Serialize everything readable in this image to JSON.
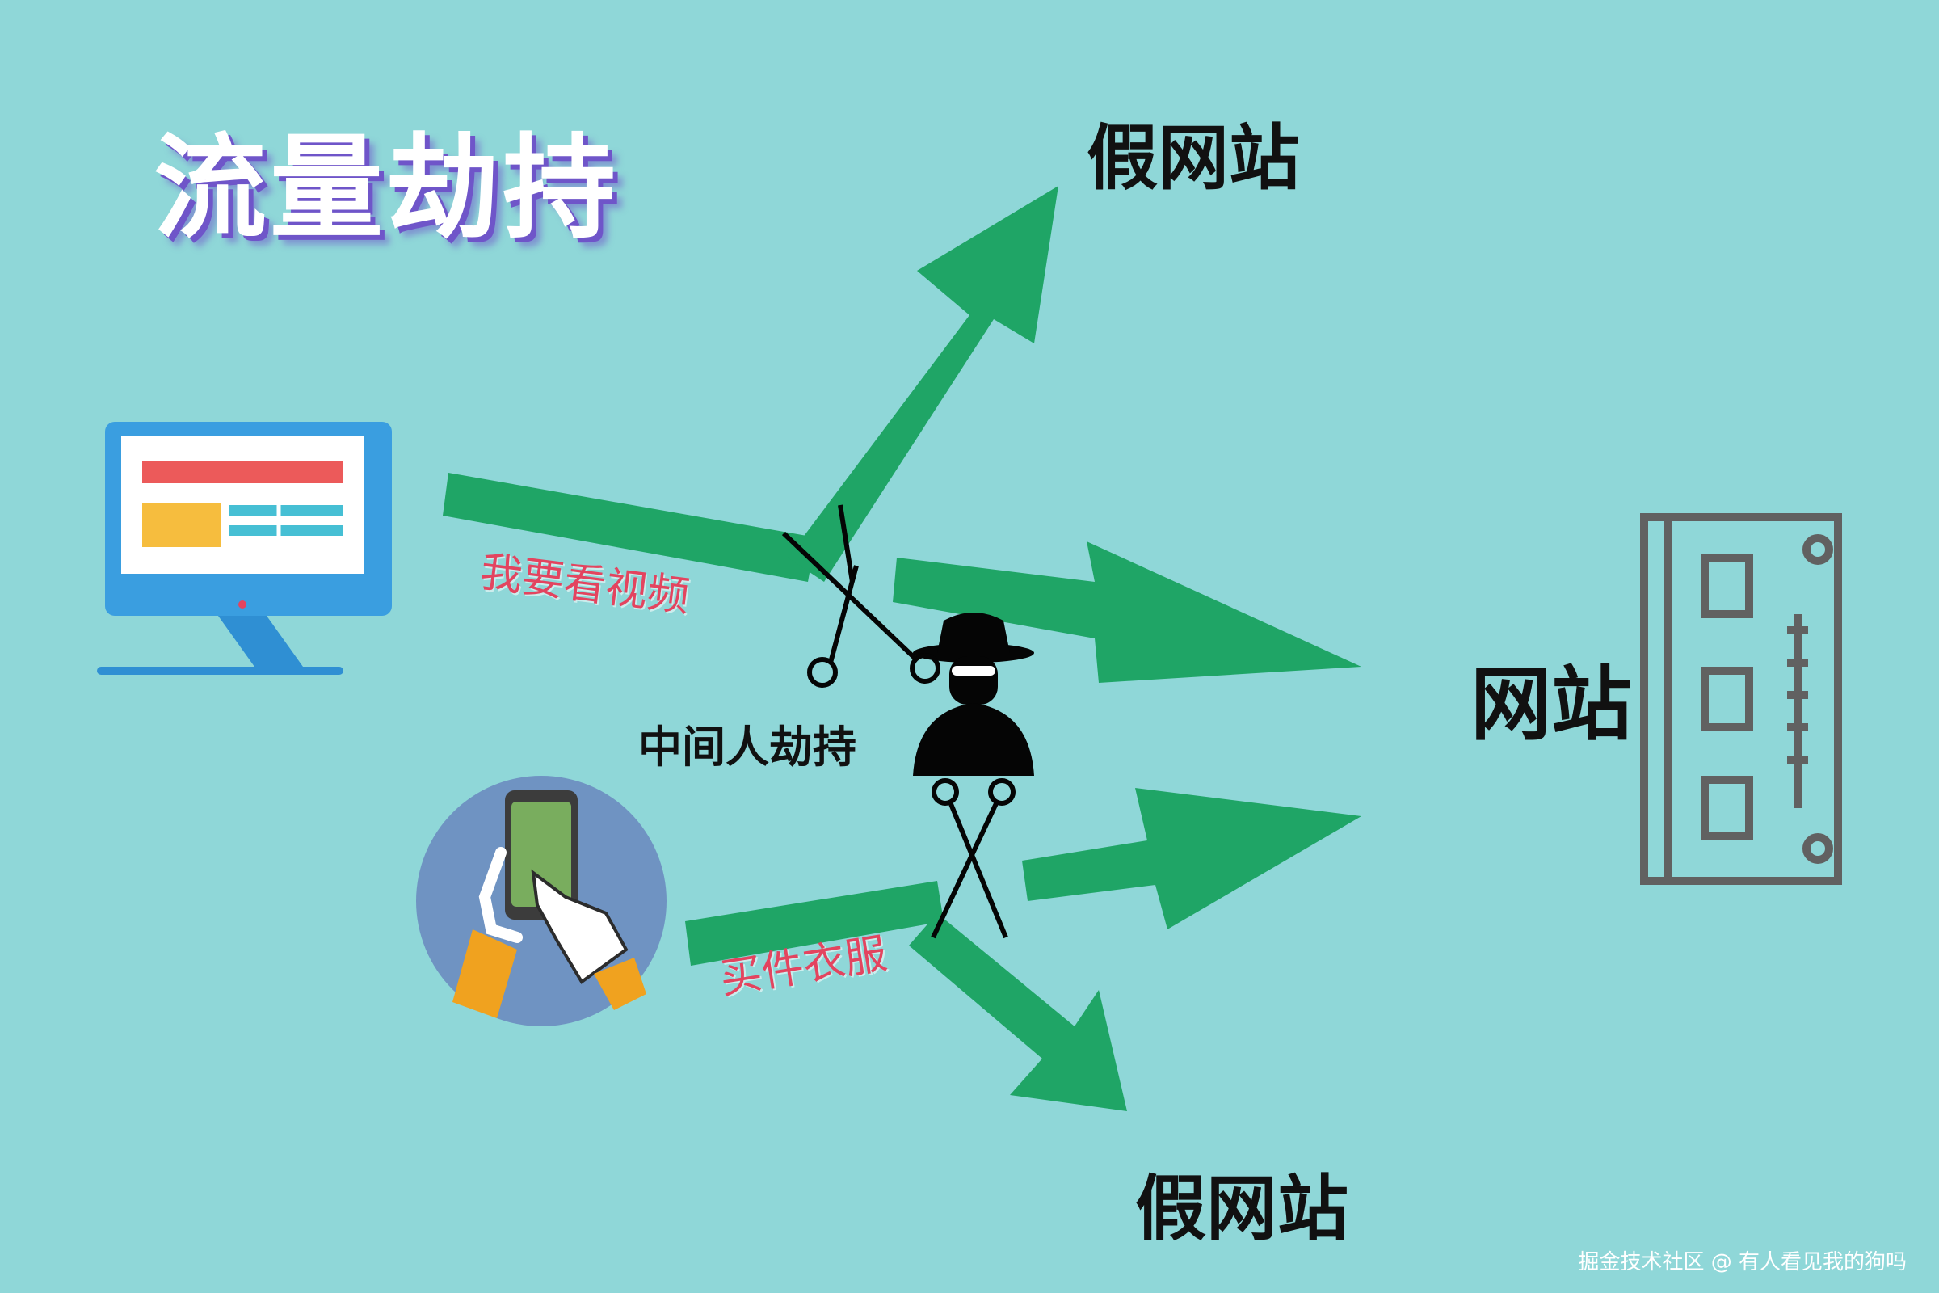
{
  "title": "流量劫持",
  "labels": {
    "fake_site_top": "假网站",
    "fake_site_bottom": "假网站",
    "real_site": "网站",
    "mitm": "中间人劫持",
    "request_video": "我要看视频",
    "request_clothes": "买件衣服"
  },
  "watermark": "掘金技术社区 @ 有人看见我的狗吗",
  "colors": {
    "background": "#8fd7d8",
    "arrow": "#1fa566",
    "title_shadow": "#6f55c9",
    "request_text": "#e3445f"
  },
  "icons": [
    "desktop-monitor-icon",
    "smartphone-hand-icon",
    "hacker-icon",
    "scissors-icon",
    "server-memory-icon"
  ]
}
